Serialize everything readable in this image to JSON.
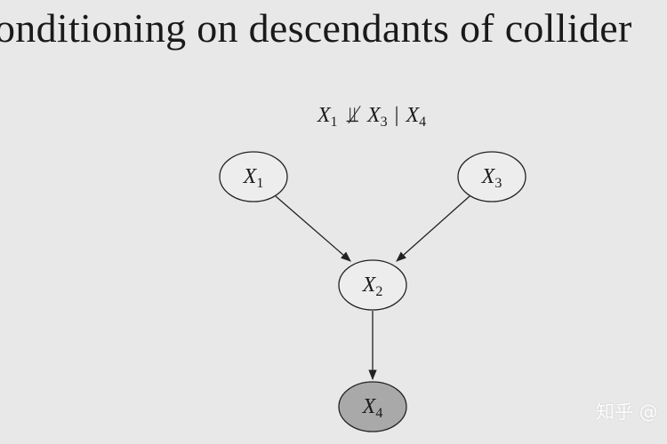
{
  "slide": {
    "title": "onditioning on descendants of collider",
    "statement": {
      "left_var": "X",
      "left_sub": "1",
      "operator": "⫫̸",
      "right_var": "X",
      "right_sub": "3",
      "given": "|",
      "cond_var": "X",
      "cond_sub": "4"
    }
  },
  "graph": {
    "nodes": [
      {
        "id": "x1",
        "var": "X",
        "sub": "1",
        "observed": false
      },
      {
        "id": "x3",
        "var": "X",
        "sub": "3",
        "observed": false
      },
      {
        "id": "x2",
        "var": "X",
        "sub": "2",
        "observed": false
      },
      {
        "id": "x4",
        "var": "X",
        "sub": "4",
        "observed": true
      }
    ],
    "edges": [
      {
        "from": "x1",
        "to": "x2"
      },
      {
        "from": "x3",
        "to": "x2"
      },
      {
        "from": "x2",
        "to": "x4"
      }
    ],
    "colors": {
      "node_fill": "#ededed",
      "observed_fill": "#a9a9a9",
      "stroke": "#222222",
      "background": "#e8e8e8"
    }
  },
  "watermark": {
    "text": "知乎 @"
  }
}
